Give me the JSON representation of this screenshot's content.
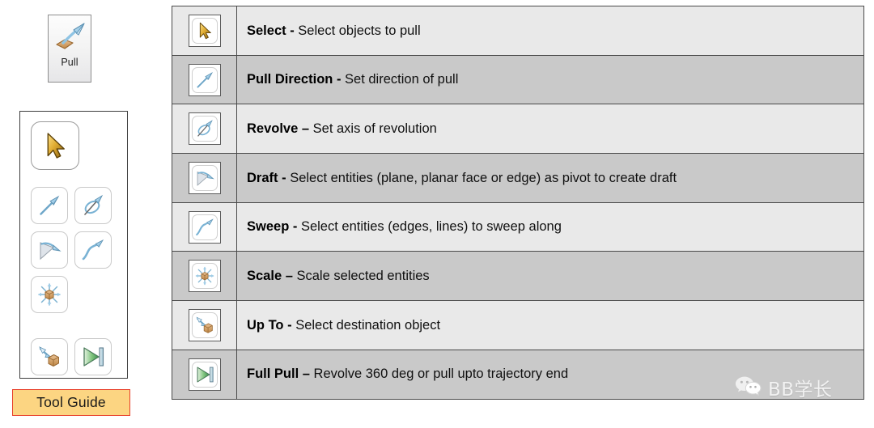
{
  "ribbon": {
    "pull_button": {
      "label": "Pull",
      "icon": "pull-arrow-plane-icon"
    }
  },
  "tool_panel": {
    "name": "pull-tool-options-panel",
    "rows": [
      {
        "buttons": [
          {
            "name": "select-tool-button",
            "icon": "cursor-arrow-icon",
            "selected": true
          }
        ]
      },
      {
        "buttons": [
          {
            "name": "pull-direction-tool-button",
            "icon": "straight-arrow-icon",
            "selected": false
          },
          {
            "name": "revolve-tool-button",
            "icon": "revolve-axis-icon",
            "selected": false
          }
        ]
      },
      {
        "buttons": [
          {
            "name": "draft-tool-button",
            "icon": "draft-pivot-icon",
            "selected": false
          },
          {
            "name": "sweep-tool-button",
            "icon": "curved-arrow-icon",
            "selected": false
          }
        ]
      },
      {
        "buttons": [
          {
            "name": "scale-tool-button",
            "icon": "scale-cube-icon",
            "selected": false
          }
        ]
      },
      {
        "buttons": [
          {
            "name": "up-to-tool-button",
            "icon": "up-to-box-icon",
            "selected": false
          },
          {
            "name": "full-pull-tool-button",
            "icon": "full-pull-skip-icon",
            "selected": false
          }
        ]
      }
    ]
  },
  "tool_guide_label": "Tool Guide",
  "guide_table": {
    "rows": [
      {
        "icon": "cursor-arrow-icon",
        "term": "Select",
        "sep": " - ",
        "desc": "Select objects to pull"
      },
      {
        "icon": "straight-arrow-icon",
        "term": "Pull Direction",
        "sep": " - ",
        "desc": "Set direction of pull"
      },
      {
        "icon": "revolve-axis-icon",
        "term": "Revolve",
        "sep": " – ",
        "desc": "Set axis of revolution"
      },
      {
        "icon": "draft-pivot-icon",
        "term": "Draft",
        "sep": " - ",
        "desc": "Select entities (plane, planar face or edge) as pivot to create draft"
      },
      {
        "icon": "curved-arrow-icon",
        "term": "Sweep",
        "sep": " - ",
        "desc": "Select entities (edges, lines) to sweep along"
      },
      {
        "icon": "scale-cube-icon",
        "term": "Scale",
        "sep": " – ",
        "desc": "Scale selected entities"
      },
      {
        "icon": "up-to-box-icon",
        "term": "Up To",
        "sep": " - ",
        "desc": "Select destination object"
      },
      {
        "icon": "full-pull-skip-icon",
        "term": "Full Pull",
        "sep": " – ",
        "desc": "Revolve 360 deg or pull upto trajectory end"
      }
    ]
  },
  "watermark": {
    "icon": "wechat-icon",
    "text": "BB学长"
  },
  "colors": {
    "row_light": "#e9e9e9",
    "row_dark": "#c9c9c9",
    "table_border": "#4a4a4a",
    "tool_guide_fill": "#fcd582",
    "tool_guide_border": "#e8402a",
    "cursor_gold": "#d9a528",
    "arrow_blue": "#8fc4e4",
    "box_tan": "#d9a06a",
    "play_green": "#6fbf6a"
  }
}
